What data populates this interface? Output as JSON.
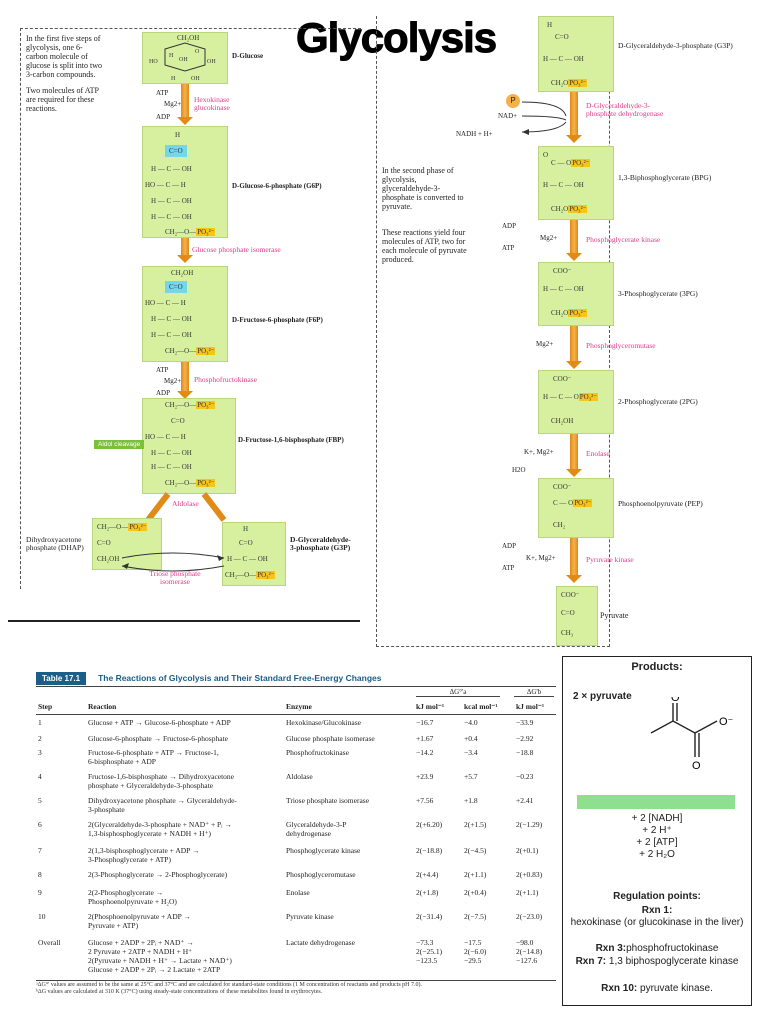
{
  "title": "Glycolysis",
  "left_notes": {
    "intro": "In the first five steps of glycolysis, one 6-carbon molecule of glucose is split into two 3-carbon compounds.",
    "atp_note": "Two molecules of ATP are required for these reactions."
  },
  "right_notes": {
    "second_phase": "In the second phase of glycolysis, glyceraldehyde-3-phosphate is converted to pyruvate.",
    "atp_yield": "These reactions yield four molecules of ATP, two for each molecule of pyruvate produced."
  },
  "compounds_left": [
    {
      "name": "D-Glucose"
    },
    {
      "name": "D-Glucose-6-phosphate (G6P)"
    },
    {
      "name": "D-Fructose-6-phosphate (F6P)"
    },
    {
      "name": "D-Fructose-1,6-bisphosphate (FBP)"
    },
    {
      "name": "Dihydroxyacetone phosphate (DHAP)"
    },
    {
      "name": "D-Glyceraldehyde-3-phosphate (G3P)"
    }
  ],
  "enzymes_left": [
    {
      "name": "Hexokinase glucokinase",
      "cofactors": [
        "ATP",
        "Mg2+",
        "ADP"
      ]
    },
    {
      "name": "Glucose phosphate isomerase"
    },
    {
      "name": "Phosphofructokinase",
      "cofactors": [
        "ATP",
        "Mg2+",
        "ADP"
      ]
    },
    {
      "name": "Aldolase"
    },
    {
      "name": "Triose phosphate isomerase"
    }
  ],
  "aldol_label": "Aldol cleavage",
  "compounds_right": [
    {
      "name": "D-Glyceraldehyde-3-phosphate (G3P)"
    },
    {
      "name": "1,3-Biphosphoglycerate (BPG)"
    },
    {
      "name": "3-Phosphoglycerate (3PG)"
    },
    {
      "name": "2-Phosphoglycerate (2PG)"
    },
    {
      "name": "Phosphoenolpyruvate (PEP)"
    },
    {
      "name": "Pyruvate"
    }
  ],
  "enzymes_right": [
    {
      "name": "D-Glyceraldehyde-3-phosphate dehydrogenase",
      "cofactors": [
        "P",
        "NAD+",
        "NADH + H+"
      ]
    },
    {
      "name": "Phosphoglycerate kinase",
      "cofactors": [
        "ADP",
        "Mg2+",
        "ATP"
      ]
    },
    {
      "name": "Phosphoglyceromutase",
      "cofactors": [
        "Mg2+"
      ]
    },
    {
      "name": "Enolase",
      "cofactors": [
        "K+, Mg2+",
        "H2O"
      ]
    },
    {
      "name": "Pyruvate kinase",
      "cofactors": [
        "ADP",
        "K+, Mg2+",
        "ATP"
      ]
    }
  ],
  "table": {
    "tag": "Table 17.1",
    "title": "The Reactions of Glycolysis and Their Standard Free-Energy Changes",
    "group_headers": [
      "ΔG°'a",
      "ΔG'b"
    ],
    "headers": [
      "Step",
      "Reaction",
      "Enzyme",
      "kJ mol⁻¹",
      "kcal mol⁻¹",
      "kJ mol⁻¹"
    ],
    "rows": [
      {
        "step": "1",
        "reaction": "Glucose + ATP → Glucose-6-phosphate + ADP",
        "enzyme": "Hexokinase/Glucokinase",
        "g1": "−16.7",
        "g2": "−4.0",
        "g3": "−33.9"
      },
      {
        "step": "2",
        "reaction": "Glucose-6-phosphate → Fructose-6-phosphate",
        "enzyme": "Glucose phosphate isomerase",
        "g1": "+1.67",
        "g2": "+0.4",
        "g3": "−2.92"
      },
      {
        "step": "3",
        "reaction": "Fructose-6-phosphate + ATP → Fructose-1,\n6-bisphosphate + ADP",
        "enzyme": "Phosphofructokinase",
        "g1": "−14.2",
        "g2": "−3.4",
        "g3": "−18.8"
      },
      {
        "step": "4",
        "reaction": "Fructose-1,6-bisphosphate → Dihydroxyacetone\nphosphate + Glyceraldehyde-3-phosphate",
        "enzyme": "Aldolase",
        "g1": "+23.9",
        "g2": "+5.7",
        "g3": "−0.23"
      },
      {
        "step": "5",
        "reaction": "Dihydroxyacetone phosphate → Glyceraldehyde-\n3-phosphate",
        "enzyme": "Triose phosphate isomerase",
        "g1": "+7.56",
        "g2": "+1.8",
        "g3": "+2.41"
      },
      {
        "step": "6",
        "reaction": "2(Glyceraldehyde-3-phosphate + NAD⁺ + Pᵢ →\n1,3-bisphosphoglycerate + NADH + H⁺)",
        "enzyme": "Glyceraldehyde-3-P\ndehydrogenase",
        "g1": "2(+6.20)",
        "g2": "2(+1.5)",
        "g3": "2(−1.29)"
      },
      {
        "step": "7",
        "reaction": "2(1,3-bisphosphoglycerate + ADP →\n3-Phosphoglycerate + ATP)",
        "enzyme": "Phosphoglycerate kinase",
        "g1": "2(−18.8)",
        "g2": "2(−4.5)",
        "g3": "2(+0.1)"
      },
      {
        "step": "8",
        "reaction": "2(3-Phosphoglycerate → 2-Phosphoglycerate)",
        "enzyme": "Phosphoglyceromutase",
        "g1": "2(+4.4)",
        "g2": "2(+1.1)",
        "g3": "2(+0.83)"
      },
      {
        "step": "9",
        "reaction": "2(2-Phosphoglycerate →\nPhosphoenolpyruvate + H₂O)",
        "enzyme": "Enolase",
        "g1": "2(+1.8)",
        "g2": "2(+0.4)",
        "g3": "2(+1.1)"
      },
      {
        "step": "10",
        "reaction": "2(Phosphoenolpyruvate + ADP →\nPyruvate + ATP)",
        "enzyme": "Pyruvate kinase",
        "g1": "2(−31.4)",
        "g2": "2(−7.5)",
        "g3": "2(−23.0)"
      },
      {
        "step": "Overall",
        "reaction": "Glucose + 2ADP + 2Pᵢ + NAD⁺ →\n2 Pyruvate + 2ATP + NADH + H⁺\n2(Pyruvate + NADH + H⁺ → Lactate + NAD⁺)\nGlucose + 2ADP + 2Pᵢ → 2 Lactate + 2ATP",
        "enzyme": "Lactate dehydrogenase",
        "g1": "−73.3\n2(−25.1)\n−123.5",
        "g2": "−17.5\n2(−6.0)\n−29.5",
        "g3": "−98.0\n2(−14.8)\n−127.6"
      }
    ],
    "footnotes": [
      "ᵃΔG°' values are assumed to be the same at 25°C and 37°C and are calculated for standard-state conditions (1 M concentration of reactants and products pH 7.0).",
      "ᵇΔG values are calculated at 310 K (37°C) using steady-state concentrations of these metabolites found in erythrocytes."
    ]
  },
  "products": {
    "title": "Products:",
    "pyruvate": "2 × pyruvate",
    "list": [
      "+ 2 [NADH]",
      "+ 2 H⁺",
      "+ 2 [ATP]",
      "+ 2 H₂O"
    ],
    "regulation_title": "Regulation points:",
    "rxn1_label": "Rxn 1:",
    "rxn1_text": "hexokinase (or glucokinase in the liver)",
    "rxn3_label": "Rxn 3:",
    "rxn3_text": "phosphofructokinase",
    "rxn7_label": "Rxn 7:",
    "rxn7_text": "1,3 biphospoglycerate kinase",
    "rxn10_label": "Rxn 10:",
    "rxn10_text": "pyruvate kinase."
  },
  "colors": {
    "molecule_bg": "#d6f0a0",
    "arrow": "#e08a18",
    "enzyme": "#e23a8a",
    "phosphate": "#f5c518",
    "carbonyl": "#74d6e6",
    "table_accent": "#1a5e8a",
    "green_bar": "#8ee08e"
  }
}
